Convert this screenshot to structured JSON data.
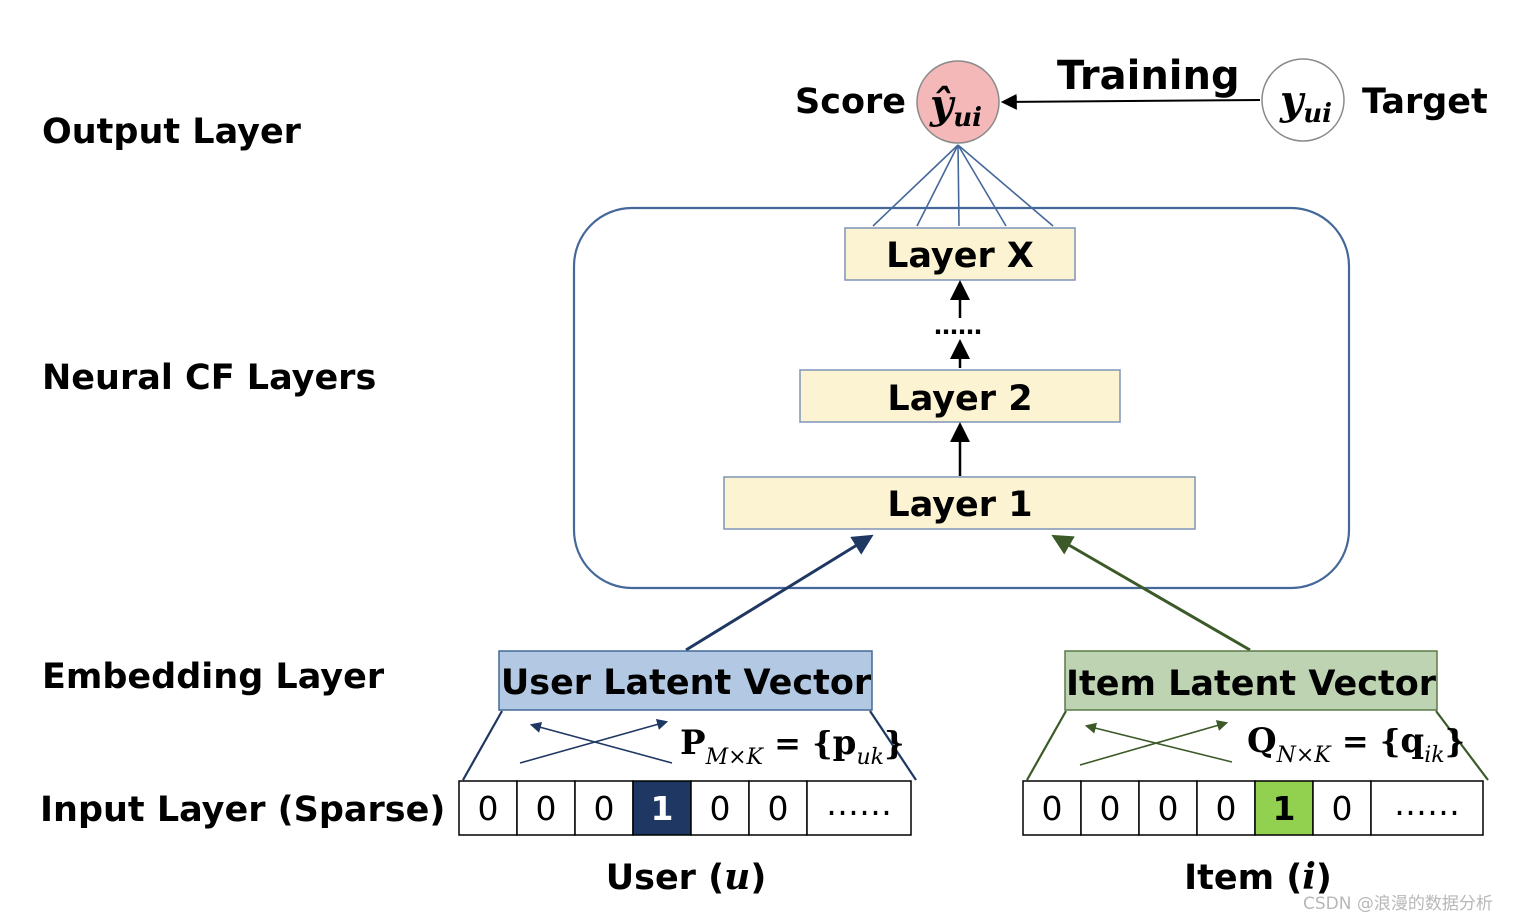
{
  "layers": {
    "output": "Output Layer",
    "neural": "Neural CF Layers",
    "embedding": "Embedding Layer",
    "input": "Input Layer (Sparse)"
  },
  "top": {
    "score_label": "Score",
    "score_symbol": "ŷ",
    "score_sub": "ui",
    "training_label": "Training",
    "target_symbol": "y",
    "target_sub": "ui",
    "target_label": "Target"
  },
  "hidden_layers": {
    "layer_x": "Layer X",
    "ellipsis": "……",
    "layer_2": "Layer 2",
    "layer_1": "Layer 1"
  },
  "embedding": {
    "user_vector": "User Latent Vector",
    "item_vector": "Item Latent Vector",
    "user_matrix": {
      "name": "P",
      "dims": "M×K",
      "eq": " = {",
      "elem": "p",
      "elem_sub": "uk",
      "close": "}"
    },
    "item_matrix": {
      "name": "Q",
      "dims": "N×K",
      "eq": " = {",
      "elem": "q",
      "elem_sub": "ik",
      "close": "}"
    }
  },
  "inputs": {
    "user_cells": [
      "0",
      "0",
      "0",
      "1",
      "0",
      "0",
      "……"
    ],
    "user_active_index": 3,
    "item_cells": [
      "0",
      "0",
      "0",
      "0",
      "1",
      "0",
      "……"
    ],
    "item_active_index": 4,
    "user_caption": "User (",
    "user_var": "u",
    "user_caption_end": ")",
    "item_caption": "Item (",
    "item_var": "i",
    "item_caption_end": ")"
  },
  "watermark": "CSDN @浪漫的数据分析",
  "colors": {
    "score_fill": "#f4b8b8",
    "layer_fill": "#fbf3d1",
    "user_vector_fill": "#b3c9e3",
    "item_vector_fill": "#bdd3b2",
    "user_active_cell": "#1f3763",
    "item_active_cell": "#92d050",
    "container_stroke": "#45689a",
    "user_arrow": "#1f3763",
    "item_arrow": "#3b5a28"
  }
}
